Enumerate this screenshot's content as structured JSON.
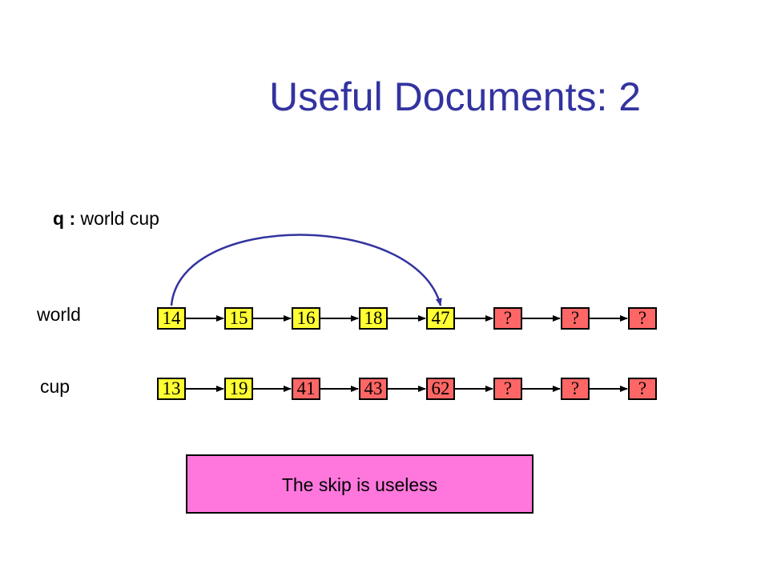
{
  "slide": {
    "title": "Useful Documents: 2",
    "query_label": "q :",
    "query_text": "world cup",
    "note": "The skip is useless"
  },
  "colors": {
    "title": "#3333a0",
    "node_yellow": "#ffff33",
    "node_red": "#ff6666",
    "note_bg": "#ff77dd"
  },
  "lists": {
    "world": {
      "label": "world",
      "nodes": [
        {
          "value": "14",
          "color": "yellow"
        },
        {
          "value": "15",
          "color": "yellow"
        },
        {
          "value": "16",
          "color": "yellow"
        },
        {
          "value": "18",
          "color": "yellow"
        },
        {
          "value": "47",
          "color": "yellow"
        },
        {
          "value": "?",
          "color": "red"
        },
        {
          "value": "?",
          "color": "red"
        },
        {
          "value": "?",
          "color": "red"
        }
      ],
      "skip": {
        "from": 0,
        "to": 4
      }
    },
    "cup": {
      "label": "cup",
      "nodes": [
        {
          "value": "13",
          "color": "yellow"
        },
        {
          "value": "19",
          "color": "yellow"
        },
        {
          "value": "41",
          "color": "red"
        },
        {
          "value": "43",
          "color": "red"
        },
        {
          "value": "62",
          "color": "red"
        },
        {
          "value": "?",
          "color": "red"
        },
        {
          "value": "?",
          "color": "red"
        },
        {
          "value": "?",
          "color": "red"
        }
      ]
    }
  }
}
